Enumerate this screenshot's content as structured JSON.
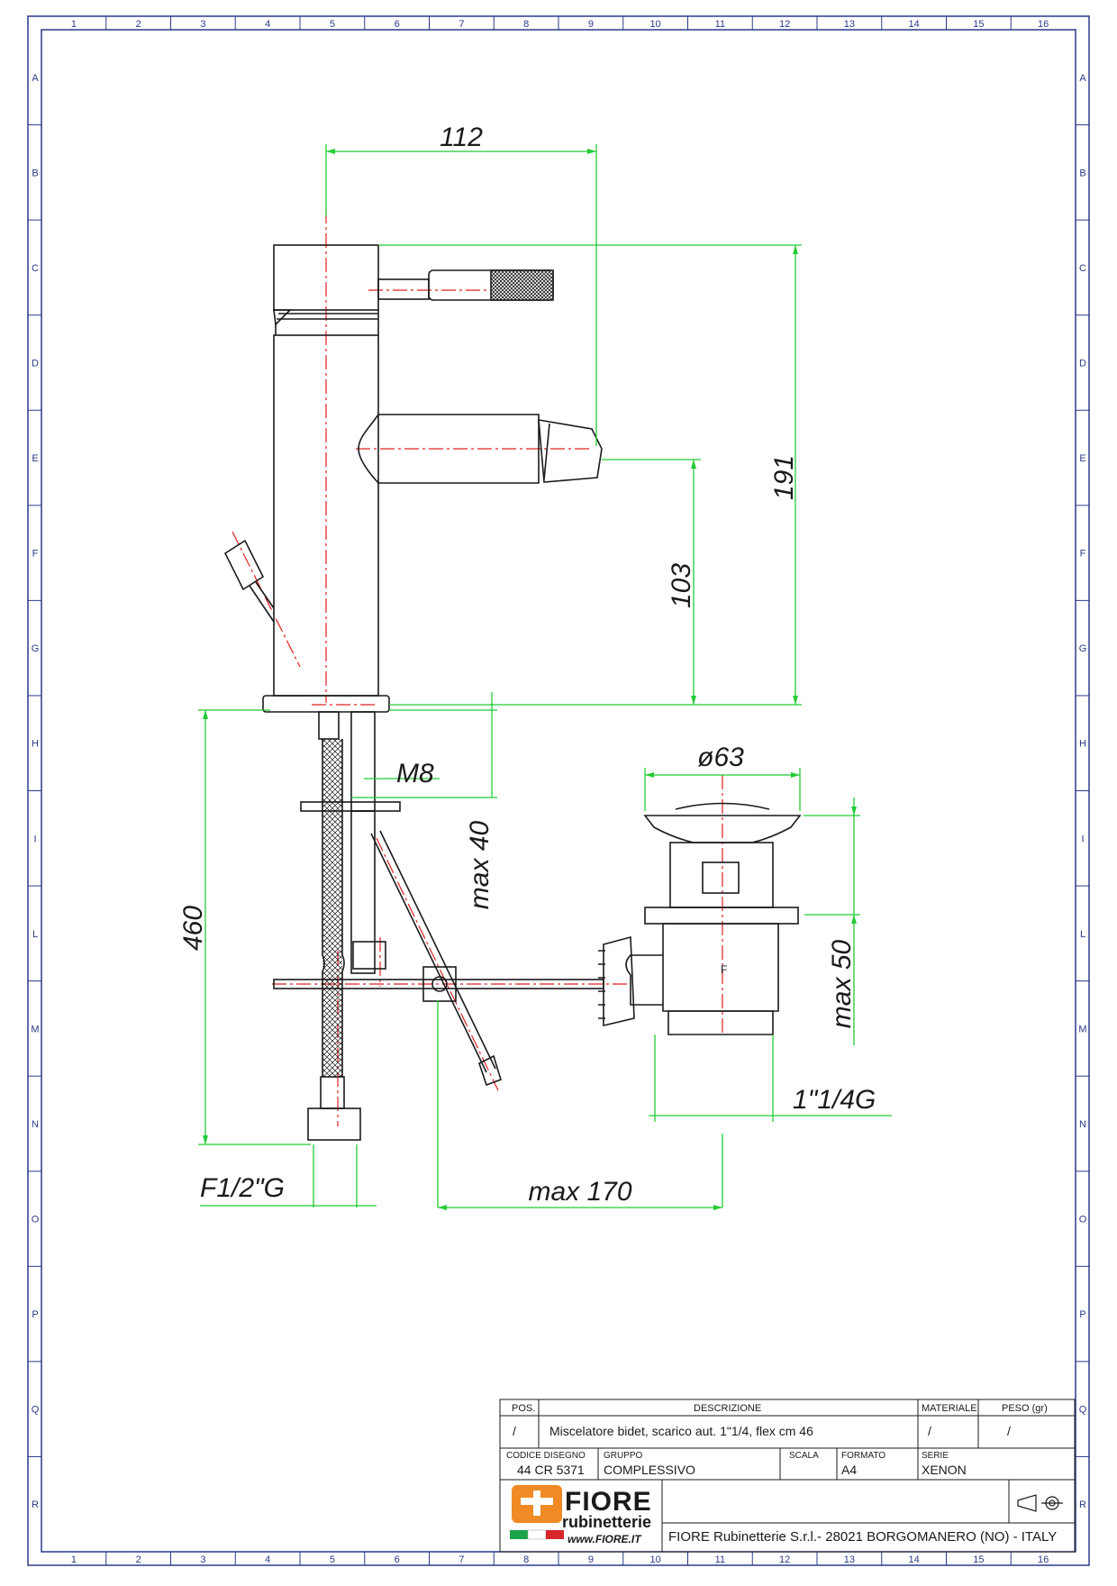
{
  "drawing": {
    "frame_columns": [
      "1",
      "2",
      "3",
      "4",
      "5",
      "6",
      "7",
      "8",
      "9",
      "10",
      "11",
      "12",
      "13",
      "14",
      "15",
      "16"
    ],
    "frame_rows": [
      "A",
      "B",
      "C",
      "D",
      "E",
      "F",
      "G",
      "H",
      "I",
      "L",
      "M",
      "N",
      "O",
      "P",
      "Q",
      "R"
    ],
    "dimensions": {
      "width_total": "112",
      "height_total": "191",
      "spout_height": "103",
      "overall_length": "460",
      "stud_thread": "M8",
      "max_deck_thickness": "max 40",
      "waste_diameter": "ø63",
      "max_waste_thickness": "max 50",
      "waste_thread": "1\"1/4G",
      "hose_thread": "F1/2\"G",
      "max_rod_distance": "max 170"
    },
    "colors": {
      "outline": "#1a1a1a",
      "dimension": "#22cc33",
      "centerline": "#e02020",
      "frame": "#2a3a8a"
    }
  },
  "title_block": {
    "pos_header": "POS.",
    "desc_header": "DESCRIZIONE",
    "material_header": "MATERIALE",
    "weight_header": "PESO (gr)",
    "pos_value": "/",
    "description": "Miscelatore bidet, scarico aut. 1\"1/4, flex cm 46",
    "material_value": "/",
    "weight_value": "/",
    "code_label": "CODICE DISEGNO",
    "code_value": "44 CR 5371",
    "group_label": "GRUPPO",
    "group_value": "COMPLESSIVO",
    "scale_label": "SCALA",
    "scale_value": "",
    "format_label": "FORMATO",
    "format_value": "A4",
    "series_label": "SERIE",
    "series_value": "XENON",
    "logo_text_1": "FIORE",
    "logo_text_2": "rubinetterie",
    "logo_url": "www.FIORE.IT",
    "company": "FIORE Rubinetterie S.r.l.- 28021 BORGOMANERO (NO) - ITALY",
    "projection_icon": "first-angle-projection-icon"
  }
}
